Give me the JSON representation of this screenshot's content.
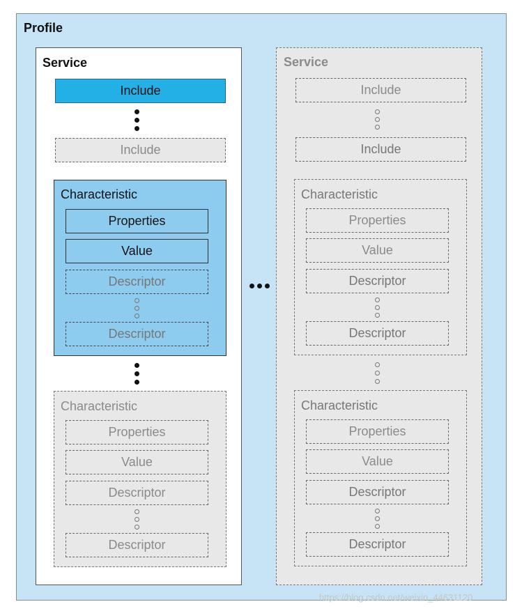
{
  "profile": {
    "title": "Profile"
  },
  "service_left": {
    "title": "Service",
    "include_top": "Include",
    "include_bottom": "Include",
    "characteristic_1": {
      "title": "Characteristic",
      "properties": "Properties",
      "value": "Value",
      "descriptor_top": "Descriptor",
      "descriptor_bottom": "Descriptor"
    },
    "characteristic_2": {
      "title": "Characteristic",
      "properties": "Properties",
      "value": "Value",
      "descriptor_top": "Descriptor",
      "descriptor_bottom": "Descriptor"
    }
  },
  "service_right": {
    "title": "Service",
    "include_top": "Include",
    "include_bottom": "Include",
    "characteristic_1": {
      "title": "Characteristic",
      "properties": "Properties",
      "value": "Value",
      "descriptor_top": "Descriptor",
      "descriptor_bottom": "Descriptor"
    },
    "characteristic_2": {
      "title": "Characteristic",
      "properties": "Properties",
      "value": "Value",
      "descriptor_top": "Descriptor",
      "descriptor_bottom": "Descriptor"
    }
  },
  "watermark": "https://blog.csdn.net/weixin_44631120",
  "colors": {
    "profile_bg": "#c6e4f6",
    "include_active": "#22b0e6",
    "characteristic_active": "#8dccef",
    "inactive_bg": "#e8e8e8"
  }
}
